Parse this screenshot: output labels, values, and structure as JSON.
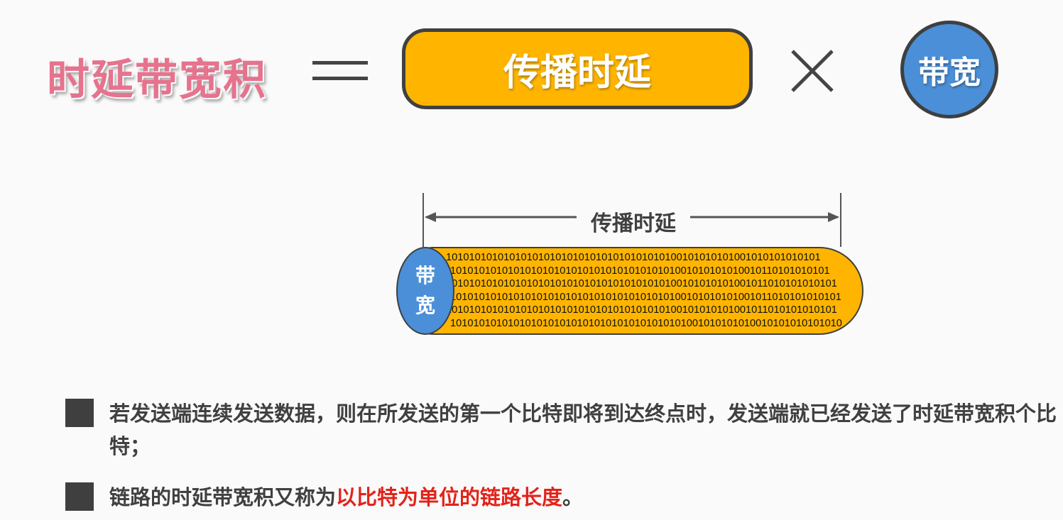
{
  "formula": {
    "lhs": "时延带宽积",
    "delay_label": "传播时延",
    "bandwidth_label": "带宽"
  },
  "diagram": {
    "arrow_label": "传播时延",
    "cap_label_top": "带",
    "cap_label_bottom": "宽",
    "bit_rows": [
      "10101010101010101010101010101010101010100101010101001010101010101",
      "101010101010101010101010101010101010101001010101010010110101010101",
      "10101010101010101010101010101010101010100101010101001011010101010101",
      "10101010101010101010101010101010101010100101010101001011010101010101",
      "10101010101010101010101010101010101010100101010101001011010101010101",
      "10101010101010101010101010101010101010101001010101010010101010101010"
    ]
  },
  "bullets": {
    "item1_text": "若发送端连续发送数据，则在所发送的第一个比特即将到达终点时，发送端就已经发送了时延带宽积个比特；",
    "item2_prefix": "链路的时延带宽积又称为",
    "item2_highlight": "以比特为单位的链路长度",
    "item2_suffix": "。"
  },
  "colors": {
    "title_pink": "#e6738d",
    "delay_orange": "#ffb500",
    "bandwidth_blue": "#4a8fd8",
    "highlight_red": "#e2231a"
  },
  "icons": {
    "equals": "equals-icon",
    "times": "multiply-icon",
    "bullet": "square-bullet-icon"
  }
}
